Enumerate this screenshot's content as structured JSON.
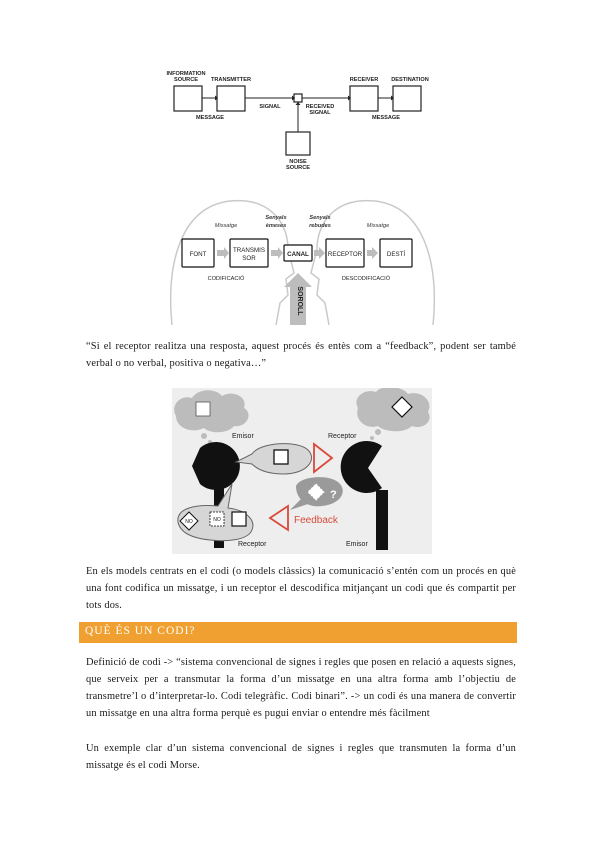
{
  "diagram1": {
    "information_source": "INFORMATION\nSOURCE",
    "transmitter": "TRANSMITTER",
    "signal": "SIGNAL",
    "received_signal": "RECEIVED\nSIGNAL",
    "receiver": "RECEIVER",
    "destination": "DESTINATION",
    "message_left": "MESSAGE",
    "message_right": "MESSAGE",
    "noise_source": "NOISE\nSOURCE"
  },
  "diagram2": {
    "font": "FONT",
    "transmissor": "TRANSMIS\nSOR",
    "canal": "CANAL",
    "receptor": "RECEPTOR",
    "desti": "DESTÍ",
    "missatge_left": "Missatge",
    "missatge_right": "Missatge",
    "senyals_emeses": "Senyals\nèmeses",
    "senyals_rebudes": "Senyals\nrebudes",
    "codificacio": "CODIFICACIÓ",
    "descodificacio": "DESCODIFICACIÓ",
    "soroll": "SOROLL"
  },
  "paragraph1": "“Si el receptor realitza una resposta, aquest procés és entès com a “feedback”, podent ser també verbal o no verbal, positiva o negativa…”",
  "diagram3": {
    "emisor_top": "Emisor",
    "receptor_top": "Receptor",
    "feedback": "Feedback",
    "receptor_bottom": "Receptor",
    "emisor_bottom": "Emisor",
    "no1": "NO",
    "no2": "NO"
  },
  "paragraph2": "En els models centrats en el codi (o models clàssics) la comunicació s’entén com un procés en què una font codifica un missatge, i un receptor el descodifica mitjançant un codi que és compartit per tots dos.",
  "section_heading": "QUÈ ÉS UN CODI?",
  "paragraph3": "Definició de codi -> “sistema convencional de signes i regles que posen en relació a aquests signes, que serveix per a transmutar la forma d’un missatge en una altra forma amb l’objectiu de transmetre’l o d’interpretar-lo. Codi telegràfic. Codi binari”. -> un codi és una manera de convertir un missatge en una altra forma perquè es pugui enviar o entendre més fàcilment",
  "paragraph4": "Un exemple clar d’un sistema convencional de signes i regles que transmuten la forma d’un missatge és el codi Morse.",
  "colors": {
    "heading_bg": "#f0a030",
    "heading_text": "#ffffff",
    "feedback_red": "#d94a3a"
  }
}
